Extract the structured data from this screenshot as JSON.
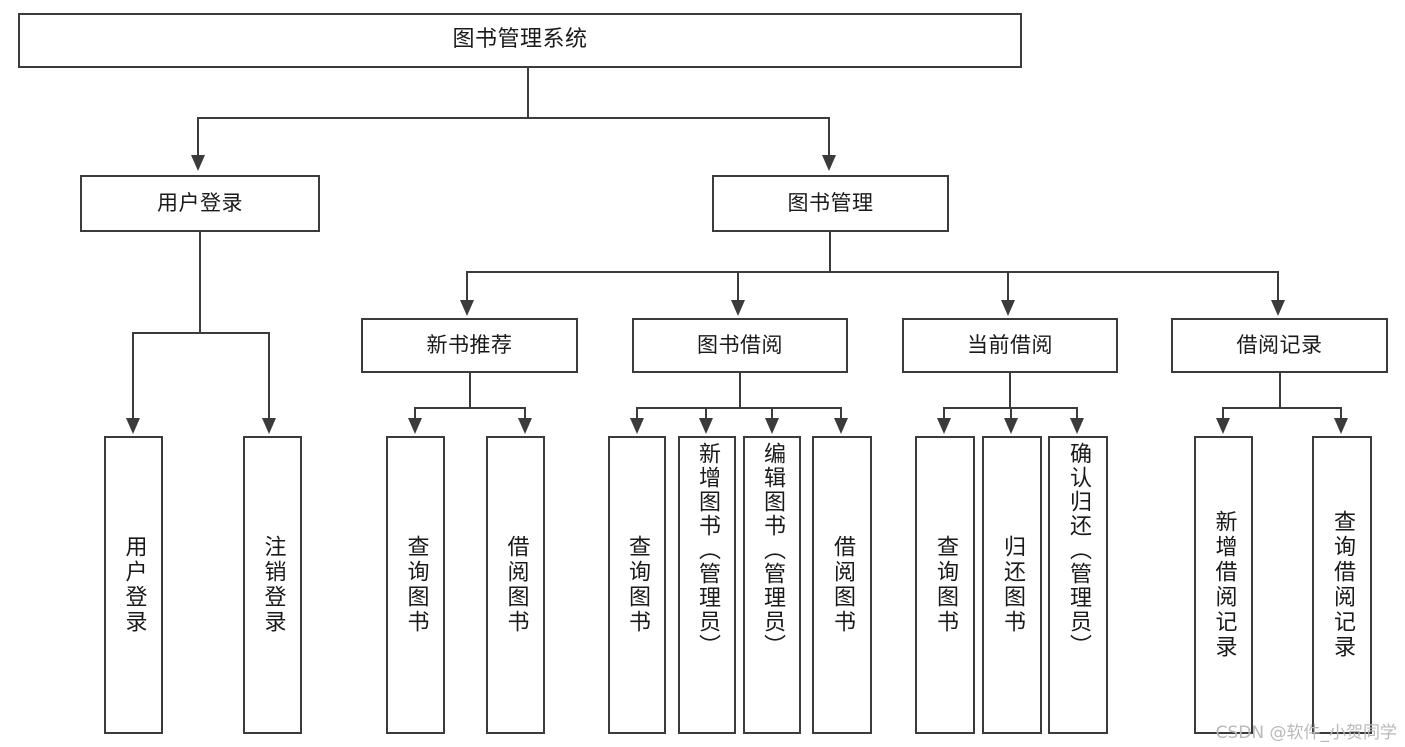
{
  "diagram": {
    "title": "图书管理系统",
    "watermark": "CSDN @软件_小贺同学",
    "colors": {
      "stroke": "#3b3b3b",
      "box_fill": "#ffffff",
      "text": "#1a1a1a",
      "background": "#ffffff",
      "watermark": "#b9b9b9"
    },
    "root": {
      "label": "图书管理系统"
    },
    "level1": [
      {
        "label": "用户登录"
      },
      {
        "label": "图书管理"
      }
    ],
    "level2": [
      {
        "label": "新书推荐"
      },
      {
        "label": "图书借阅"
      },
      {
        "label": "当前借阅"
      },
      {
        "label": "借阅记录"
      }
    ],
    "leaves": {
      "user_login": [
        {
          "label": "用户登录"
        },
        {
          "label": "注销登录"
        }
      ],
      "new_book_recommend": [
        {
          "label": "查询图书"
        },
        {
          "label": "借阅图书"
        }
      ],
      "book_borrow": [
        {
          "label": "查询图书"
        },
        {
          "label": "新增图书（管理员）"
        },
        {
          "label": "编辑图书（管理员）"
        },
        {
          "label": "借阅图书"
        }
      ],
      "current_borrow": [
        {
          "label": "查询图书"
        },
        {
          "label": "归还图书"
        },
        {
          "label": "确认归还（管理员）"
        }
      ],
      "borrow_record": [
        {
          "label": "新增借阅记录"
        },
        {
          "label": "查询借阅记录"
        }
      ]
    }
  }
}
